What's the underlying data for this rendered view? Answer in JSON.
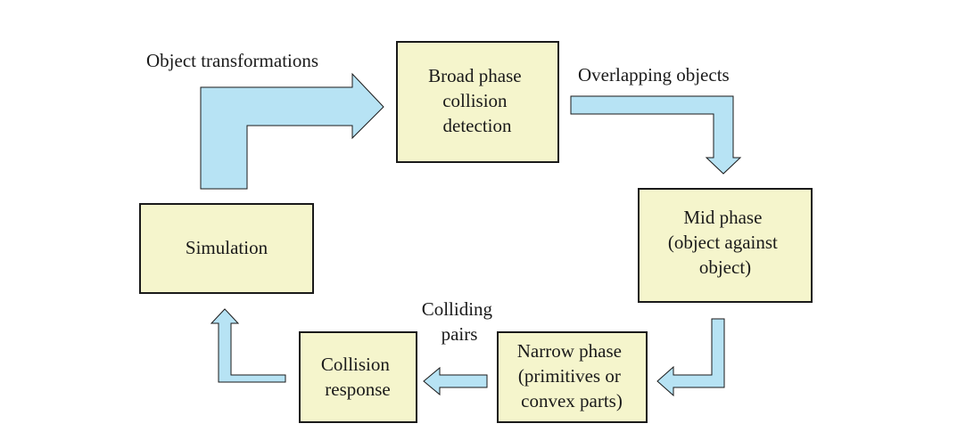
{
  "colors": {
    "box_fill": "#f5f5cc",
    "box_stroke": "#1a1a1a",
    "arrow_fill": "#b7e3f4",
    "arrow_stroke": "#1a1a1a",
    "text": "#1a1a1a"
  },
  "nodes": {
    "broad_phase": [
      "Broad phase",
      "collision",
      "detection"
    ],
    "mid_phase": [
      "Mid phase",
      "(object against",
      "object)"
    ],
    "narrow_phase": [
      "Narrow phase",
      "(primitives or",
      "convex parts)"
    ],
    "collision_response": [
      "Collision",
      "response"
    ],
    "simulation": [
      "Simulation"
    ]
  },
  "edge_labels": {
    "object_transformations": "Object transformations",
    "overlapping_objects": "Overlapping objects",
    "colliding_pairs": [
      "Colliding",
      "pairs"
    ]
  }
}
